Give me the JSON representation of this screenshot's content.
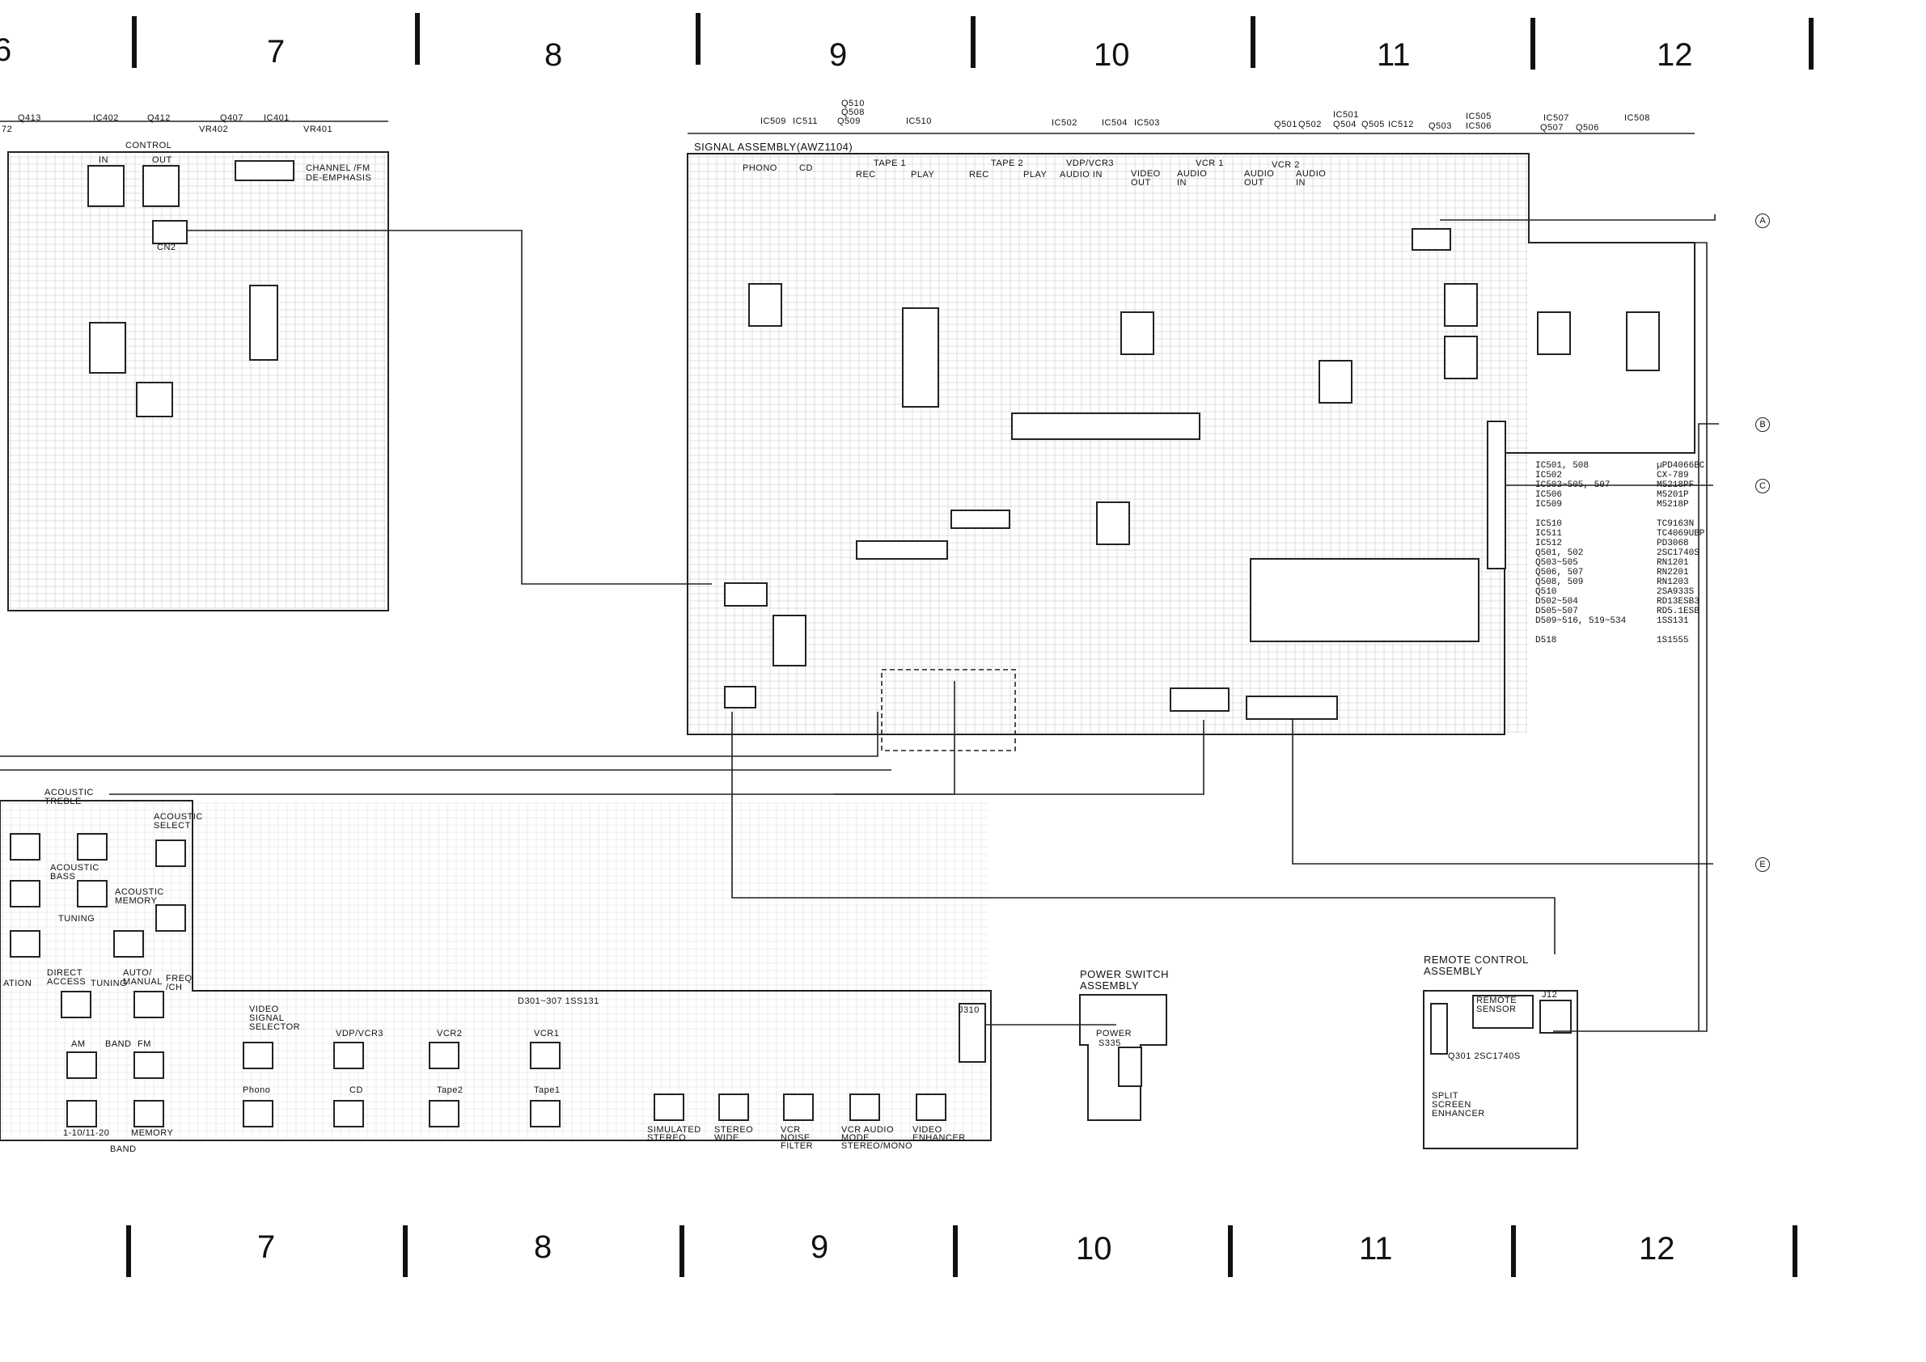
{
  "grid_top": [
    "7",
    "8",
    "9",
    "10",
    "11",
    "12"
  ],
  "grid_bottom": [
    "7",
    "8",
    "9",
    "10",
    "11",
    "12"
  ],
  "grid_left_partial": "6",
  "top_refs_left": [
    "Q413",
    "IC402",
    "Q412",
    "Q407",
    "IC401",
    "VR402",
    "VR401",
    "72"
  ],
  "top_refs_right": [
    "IC509",
    "IC511",
    "Q510",
    "Q508",
    "Q509",
    "IC510",
    "IC502",
    "IC504",
    "IC503",
    "Q501",
    "Q502",
    "IC501",
    "Q504",
    "Q505",
    "IC512",
    "Q503",
    "IC505",
    "IC506",
    "IC507",
    "Q507",
    "Q506",
    "IC508"
  ],
  "control_board": {
    "control": "CONTROL",
    "in": "IN",
    "out": "OUT",
    "deemphasis": "CHANNEL /FM DE-EMPHASIS",
    "cn2": "CN2"
  },
  "signal_board": {
    "title": "SIGNAL  ASSEMBLY(AWZ1104)",
    "jacks": [
      "PHONO",
      "CD",
      "TAPE 1",
      "REC",
      "PLAY",
      "TAPE 2",
      "REC",
      "PLAY",
      "VDP/VCR3",
      "AUDIO IN",
      "VIDEO OUT",
      "VCR 1",
      "AUDIO IN",
      "VCR 2",
      "AUDIO OUT",
      "AUDIO IN"
    ]
  },
  "markers": [
    "A",
    "B",
    "C",
    "E"
  ],
  "parts_list": [
    [
      "IC501, 508",
      "µPD4066BC"
    ],
    [
      "IC502",
      "CX-789"
    ],
    [
      "IC503~505, 507",
      "M5218PF"
    ],
    [
      "IC506",
      "M5201P"
    ],
    [
      "IC509",
      "M5218P"
    ],
    [
      "IC510",
      "TC9163N"
    ],
    [
      "IC511",
      "TC4069UBP"
    ],
    [
      "IC512",
      "PD3068"
    ],
    [
      "Q501, 502",
      "2SC1740S"
    ],
    [
      "Q503~505",
      "RN1201"
    ],
    [
      "Q506, 507",
      "RN2201"
    ],
    [
      "Q508, 509",
      "RN1203"
    ],
    [
      "Q510",
      "2SA933S"
    ],
    [
      "D502~504",
      "RD13ESB3"
    ],
    [
      "D505~507",
      "RD5.1ESB"
    ],
    [
      "D509~516, 519~534",
      "1SS131"
    ],
    [
      "D518",
      "1S1555"
    ]
  ],
  "switch_board": {
    "diode_note": "D301~307   1SS131",
    "labels_top": [
      "ACOUSTIC TREBLE",
      "ACOUSTIC SELECT",
      "ACOUSTIC BASS",
      "ACOUSTIC MEMORY",
      "TUNING"
    ],
    "labels_row2": [
      "ATION",
      "DIRECT ACCESS",
      "TUNING",
      "AUTO/ MANUAL",
      "FREQ /CH"
    ],
    "labels_row3": [
      "AM",
      "BAND",
      "FM",
      "VIDEO SIGNAL SELECTOR",
      "VDP/VCR3",
      "VCR2",
      "VCR1"
    ],
    "labels_row4": [
      "1-10/11-20",
      "MEMORY",
      "BAND",
      "Phono",
      "CD",
      "Tape2",
      "Tape1"
    ],
    "labels_bottom": [
      "SIMULATED STEREO",
      "STEREO WIDE",
      "VCR NOISE FILTER",
      "VCR AUDIO MODE STEREO/MONO",
      "VIDEO ENHANCER"
    ],
    "connector": "J310"
  },
  "power_switch": {
    "title": "POWER  SWITCH ASSEMBLY",
    "label": "POWER",
    "ref": "S335"
  },
  "remote_control": {
    "title": "REMOTE  CONTROL ASSEMBLY",
    "sensor": "REMOTE SENSOR",
    "connector": "J12",
    "transistor": "Q301   2SC1740S",
    "split": "SPLIT SCREEN ENHANCER"
  }
}
